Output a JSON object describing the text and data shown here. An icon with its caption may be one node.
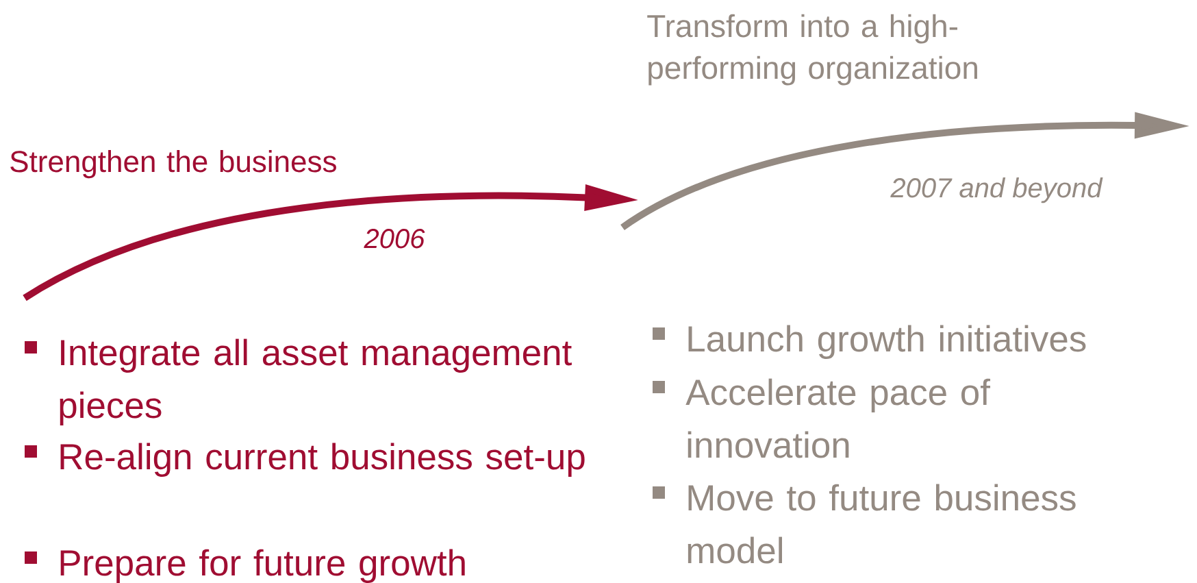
{
  "diagram": {
    "labels": [
      "Strengthen the business",
      "2006",
      "Integrate all asset management pieces",
      "Re-align current business set-up",
      "Prepare for future growth",
      "Transform into a high-performing organization",
      "2007 and beyond",
      "Launch growth initiatives",
      "Accelerate pace of innovation",
      "Move to future business model"
    ]
  }
}
